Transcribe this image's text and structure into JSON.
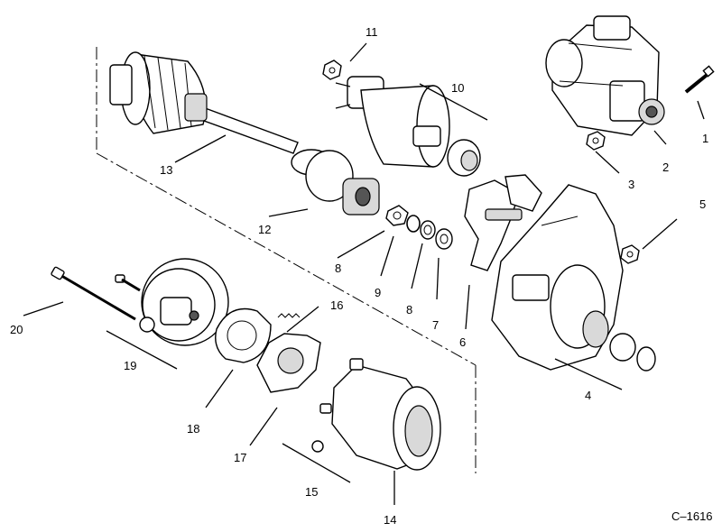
{
  "figure_id": "C–1616",
  "callouts": [
    "1",
    "2",
    "3",
    "4",
    "5",
    "6",
    "7",
    "8",
    "8",
    "9",
    "10",
    "11",
    "12",
    "13",
    "14",
    "15",
    "16",
    "17",
    "18",
    "19",
    "20"
  ]
}
